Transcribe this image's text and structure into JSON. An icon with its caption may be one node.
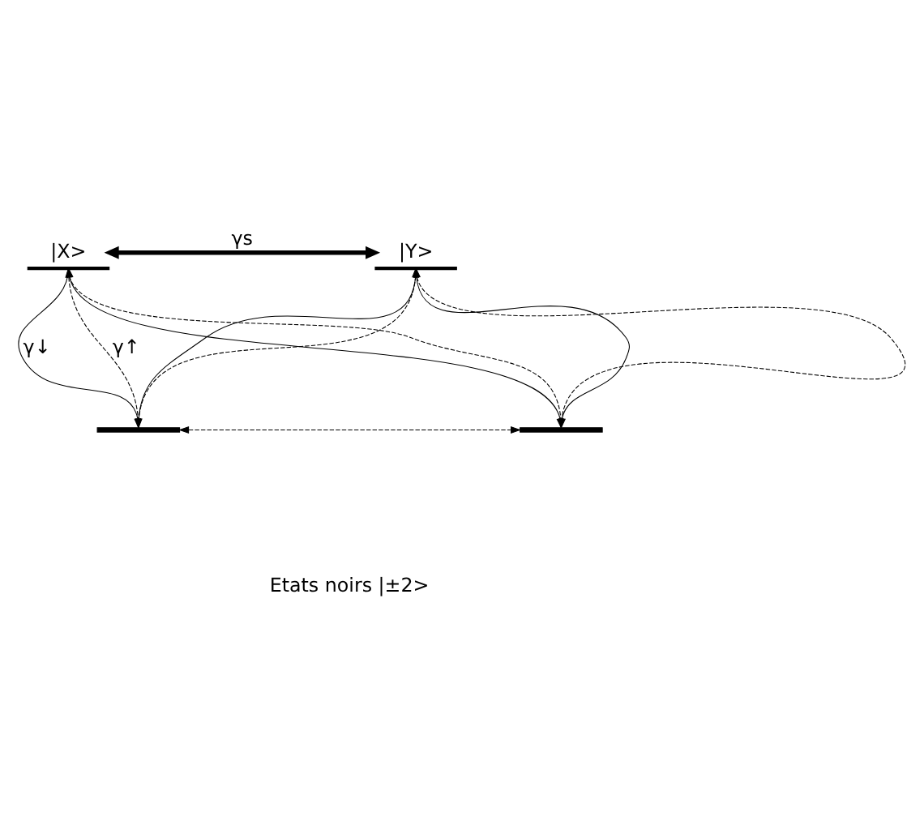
{
  "diagram": {
    "nodes": [
      {
        "text": [
          "|X>"
        ]
      },
      {
        "text": [
          "|Y>"
        ]
      },
      {
        "text": [],
        "shape": "bar"
      },
      {
        "text": [],
        "shape": "bar"
      }
    ],
    "edges": [
      {
        "from": 0,
        "to": 1,
        "arrow": "both",
        "label": "γs",
        "style": "thick"
      },
      {
        "from": 0,
        "to": 2,
        "arrow": "to",
        "label": "γ↓"
      },
      {
        "from": 2,
        "to": 0,
        "arrow": "to",
        "label": "γ↑",
        "style": "dashed"
      },
      {
        "from": 0,
        "to": 3,
        "arrow": "to"
      },
      {
        "from": 3,
        "to": 0,
        "arrow": "to",
        "style": "dashed"
      },
      {
        "from": 1,
        "to": 2,
        "arrow": "to"
      },
      {
        "from": 2,
        "to": 1,
        "arrow": "to",
        "style": "dashed"
      },
      {
        "from": 1,
        "to": 3,
        "arrow": "to"
      },
      {
        "from": 3,
        "to": 1,
        "arrow": "to",
        "style": "dashed"
      },
      {
        "from": 2,
        "to": 3,
        "arrow": "both",
        "style": "dashed"
      }
    ],
    "labels": [
      "Etats noirs |±2>"
    ]
  }
}
